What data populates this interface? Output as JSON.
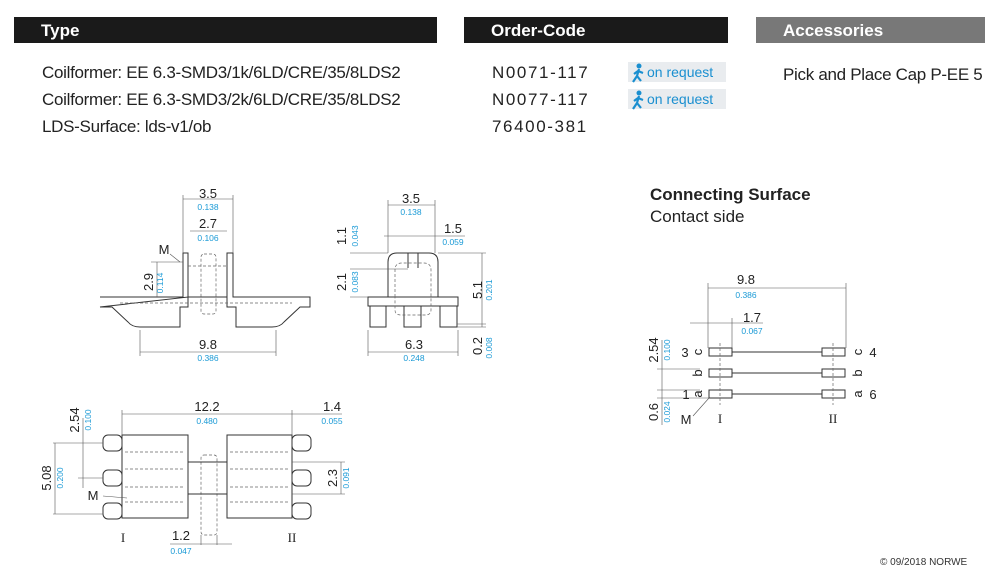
{
  "headers": {
    "type": "Type",
    "order_code": "Order-Code",
    "accessories": "Accessories"
  },
  "colors": {
    "header_dark": "#1a1a1a",
    "header_accessories": "#787878",
    "inch_blue": "#1a9ad6",
    "badge_bg": "#e9ecef"
  },
  "rows": [
    {
      "type": "Coilformer:  EE 6.3-SMD3/1k/6LD/CRE/35/8LDS2",
      "code": "N0071-117",
      "status": "on request",
      "status_icon": "running-person-icon"
    },
    {
      "type": "Coilformer:  EE 6.3-SMD3/2k/6LD/CRE/35/8LDS2",
      "code": "N0077-117",
      "status": "on request",
      "status_icon": "running-person-icon"
    },
    {
      "type": "LDS-Surface:  lds-v1/ob",
      "code": "76400-381"
    }
  ],
  "accessory": "Pick and Place Cap P-EE 5",
  "side_view": {
    "d1": [
      "3.5",
      "0.138"
    ],
    "d2": [
      "2.7",
      "0.106"
    ],
    "d3": [
      "2.9",
      "0.114"
    ],
    "d4": [
      "9.8",
      "0.386"
    ],
    "marker": "M"
  },
  "front_view": {
    "d1": [
      "3.5",
      "0.138"
    ],
    "d2": [
      "1.5",
      "0.059"
    ],
    "d3": [
      "1.1",
      "0.043"
    ],
    "d4": [
      "2.1",
      "0.083"
    ],
    "d5": [
      "5.1",
      "0.201"
    ],
    "d6": [
      "6.3",
      "0.248"
    ],
    "d7": [
      "0.2",
      "0.008"
    ]
  },
  "bottom_view": {
    "d1": [
      "12.2",
      "0.480"
    ],
    "d2": [
      "1.4",
      "0.055"
    ],
    "d3": [
      "2.54",
      "0.100"
    ],
    "d4": [
      "5.08",
      "0.200"
    ],
    "d5": [
      "2.3",
      "0.091"
    ],
    "d6": [
      "1.2",
      "0.047"
    ],
    "marker": "M",
    "side1": "I",
    "side2": "II"
  },
  "connecting_surface": {
    "title": "Connecting Surface",
    "subtitle": "Contact side",
    "d1": [
      "9.8",
      "0.386"
    ],
    "d2": [
      "1.7",
      "0.067"
    ],
    "d3": [
      "2.54",
      "0.100"
    ],
    "d4": [
      "0.6",
      "0.024"
    ],
    "pins_left": [
      "3",
      "c",
      "b",
      "1",
      "a"
    ],
    "pins_right": [
      "c",
      "4",
      "b",
      "a",
      "6"
    ],
    "marker": "M",
    "side1": "I",
    "side2": "II"
  },
  "copyright": "© 09/2018 NORWE"
}
